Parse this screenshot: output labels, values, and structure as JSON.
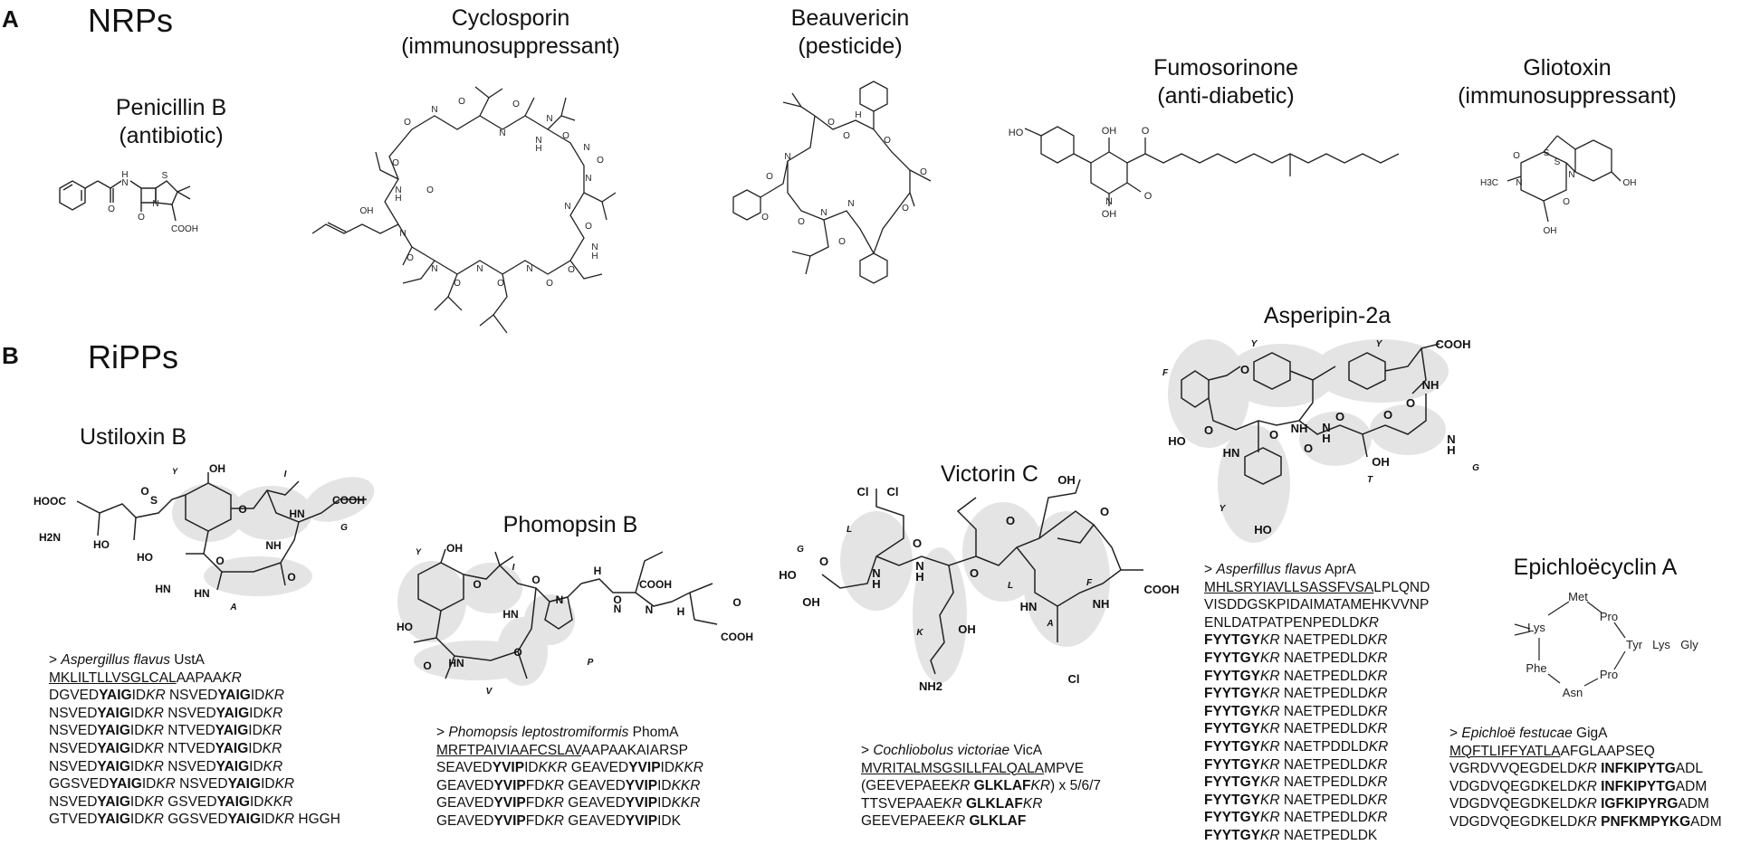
{
  "panels": {
    "a": {
      "letter": "A",
      "title": "NRPs"
    },
    "b": {
      "letter": "B",
      "title": "RiPPs"
    }
  },
  "compounds": {
    "penicillin": {
      "name": "Penicillin B",
      "use": "(antibiotic)",
      "atoms": [
        "H",
        "N",
        "S",
        "O",
        "O",
        "N",
        "COOH"
      ]
    },
    "cyclosporin": {
      "name": "Cyclosporin",
      "use": "(immunosuppressant)",
      "atoms": [
        "O",
        "N",
        "O",
        "N",
        "O",
        "N",
        "N",
        "O",
        "O",
        "N",
        "N",
        "O",
        "OH",
        "O",
        "N",
        "O",
        "N",
        "N",
        "O",
        "O",
        "N",
        "O",
        "O",
        "N",
        "H",
        "O",
        "N",
        "H",
        "N",
        "H"
      ]
    },
    "beauvericin": {
      "name": "Beauvericin",
      "use": "(pesticide)",
      "atoms": [
        "O",
        "O",
        "N",
        "O",
        "H",
        "O",
        "O",
        "N",
        "O",
        "N",
        "O",
        "O",
        "O"
      ]
    },
    "fumosorinone": {
      "name": "Fumosorinone",
      "use": "(anti-diabetic)",
      "atoms": [
        "HO",
        "OH",
        "O",
        "N",
        "OH",
        "O"
      ]
    },
    "gliotoxin": {
      "name": "Gliotoxin",
      "use": "(immunosuppressant)",
      "atoms": [
        "O",
        "S",
        "S",
        "N",
        "H3C",
        "N",
        "O",
        "OH",
        "OH"
      ]
    },
    "ustiloxin": {
      "name": "Ustiloxin B",
      "atoms": [
        "Y",
        "OH",
        "I",
        "HOOC",
        "S",
        "O",
        "O",
        "HN",
        "COOH",
        "H2N",
        "HO",
        "G",
        "HO",
        "HN",
        "O",
        "O",
        "NH",
        "HN",
        "A"
      ],
      "source": "Aspergillus flavus",
      "gene": "UstA",
      "seq_lines": [
        [
          "MKLILTLLVSGLCAL",
          "AAPAA",
          "KR"
        ],
        [
          "DGVED",
          "YAIG",
          "ID",
          "KR",
          " NSVED",
          "YAIG",
          "ID",
          "KR"
        ],
        [
          "NSVED",
          "YAIG",
          "ID",
          "KR",
          " NSVED",
          "YAIG",
          "ID",
          "KR"
        ],
        [
          "NSVED",
          "YAIG",
          "ID",
          "KR",
          " NTVED",
          "YAIG",
          "ID",
          "KR"
        ],
        [
          "NSVED",
          "YAIG",
          "ID",
          "KR",
          " NTVED",
          "YAIG",
          "ID",
          "KR"
        ],
        [
          "NSVED",
          "YAIG",
          "ID",
          "KR",
          " NSVED",
          "YAIG",
          "ID",
          "KR"
        ],
        [
          "GGSVED",
          "YAIG",
          "ID",
          "KR",
          " NSVED",
          "YAIG",
          "ID",
          "KR"
        ],
        [
          "NSVED",
          "YAIG",
          "ID",
          "KR",
          " GSVED",
          "YAIG",
          "ID",
          "KKR"
        ],
        [
          "GTVED",
          "YAIG",
          "ID",
          "KR",
          " GGSVED",
          "YAIG",
          "ID",
          "KR",
          " HGGH"
        ]
      ]
    },
    "phomopsin": {
      "name": "Phomopsin B",
      "atoms": [
        "Y",
        "OH",
        "I",
        "O",
        "HO",
        "O",
        "HN",
        "O",
        "N",
        "H",
        "O",
        "N",
        "H",
        "O",
        "COOH",
        "COOH",
        "N",
        "HN",
        "O",
        "V",
        "P"
      ],
      "source": "Phomopsis leptostromiformis",
      "gene": "PhomA",
      "seq_lines": [
        [
          "MRFTPAIVIAAFCSLAV",
          "AAPAAKAIARSP"
        ],
        [
          "SEAVED",
          "YVIP",
          "ID",
          "KKR",
          " GEAVED",
          "YVIP",
          "ID",
          "KKR"
        ],
        [
          "GEAVED",
          "YVIP",
          "FD",
          "KR",
          " GEAVED",
          "YVIP",
          "ID",
          "KKR"
        ],
        [
          "GEAVED",
          "YVIP",
          "FD",
          "KR",
          " GEAVED",
          "YVIP",
          "ID",
          "KKR"
        ],
        [
          "GEAVED",
          "YVIP",
          "FD",
          "KR",
          " GEAVED",
          "YVIP",
          "IDK"
        ]
      ]
    },
    "victorin": {
      "name": "Victorin C",
      "atoms": [
        "Cl",
        "Cl",
        "G",
        "L",
        "HO",
        "O",
        "N",
        "H",
        "OH",
        "O",
        "N",
        "H",
        "O",
        "O",
        "L",
        "OH",
        "O",
        "F",
        "COOH",
        "HN",
        "A",
        "OH",
        "K",
        "NH2",
        "NH",
        "Cl"
      ],
      "source": "Cochliobolus victoriae",
      "gene": "VicA",
      "seq_lines": [
        [
          "MVRITALMSGSILLFALQALA",
          "MPVE"
        ],
        [
          "(GEEVEPAEE",
          "KR",
          " ",
          "GLKLAF",
          "KR",
          ") x 5/6/7"
        ],
        [
          " TTSVEPAAE",
          "KR",
          " ",
          "GLKLAF",
          "KR"
        ],
        [
          " GEEVEPAEE",
          "KR",
          " ",
          "GLKLAF"
        ]
      ]
    },
    "asperipin": {
      "name": "Asperipin-2a",
      "atoms": [
        "Y",
        "Y",
        "F",
        "O",
        "O",
        "COOH",
        "NH",
        "O",
        "HO",
        "O",
        "HN",
        "O",
        "O",
        "NH",
        "O",
        "N",
        "H",
        "N",
        "H",
        "OH",
        "T",
        "G",
        "Y",
        "HO"
      ],
      "source": "Asperfillus flavus",
      "gene": "AprA",
      "seq_lines": [
        [
          "MHLSRYIAVLLSASSFVSA",
          "LPLQND"
        ],
        [
          "VISDDGSKPIDAIMATAMEHKVVNP"
        ],
        [
          "ENLDATPATPENPEDLD",
          "KR"
        ],
        [
          "FYYTGY",
          "KR",
          " NAETPEDLD",
          "KR"
        ],
        [
          "FYYTGY",
          "KR",
          " NAETPEDLD",
          "KR"
        ],
        [
          "FYYTGY",
          "KR",
          " NAETPEDLD",
          "KR"
        ],
        [
          "FYYTGY",
          "KR",
          " NAETPEDLD",
          "KR"
        ],
        [
          "FYYTGY",
          "KR",
          " NAETPEDLD",
          "KR"
        ],
        [
          "FYYTGY",
          "KR",
          " NAETPEDLD",
          "KR"
        ],
        [
          "FYYTGY",
          "KR",
          " NAETPDDLD",
          "KR"
        ],
        [
          "FYYTGY",
          "KR",
          " NAETPEDLD",
          "KR"
        ],
        [
          "FYYTGY",
          "KR",
          " NAETPEDLD",
          "KR"
        ],
        [
          "FYYTGY",
          "KR",
          " NAETPEDLD",
          "KR"
        ],
        [
          "FYYTGY",
          "KR",
          " NAETPEDLD",
          "KR"
        ],
        [
          "FYYTGY",
          "KR",
          " NAETPEDLDK"
        ]
      ]
    },
    "epichloecyclin": {
      "name": "Epichloëcyclin A",
      "atoms": [
        "Met",
        "Lys",
        "Pro",
        "Tyr",
        "Lys",
        "Gly",
        "Phe",
        "Pro",
        "Asn"
      ],
      "source": "Epichloë festucae",
      "gene": "GigA",
      "seq_lines": [
        [
          "MQFTLIFFYATLA",
          "AFGLAAPSEQ"
        ],
        [
          "VGRDVVQEGDELD",
          "KR",
          " ",
          "INFKIPYTG",
          "ADL"
        ],
        [
          "VDGDVQEGDKELD",
          "KR",
          " ",
          "INFKIPYTG",
          "ADM"
        ],
        [
          "VDGDVQEGDKELD",
          "KR",
          " ",
          "IGFKIPYRG",
          "ADM"
        ],
        [
          "VDGDVQEGDKELD",
          "KR",
          " ",
          "PNFKMPYKG",
          "ADM"
        ]
      ]
    }
  }
}
